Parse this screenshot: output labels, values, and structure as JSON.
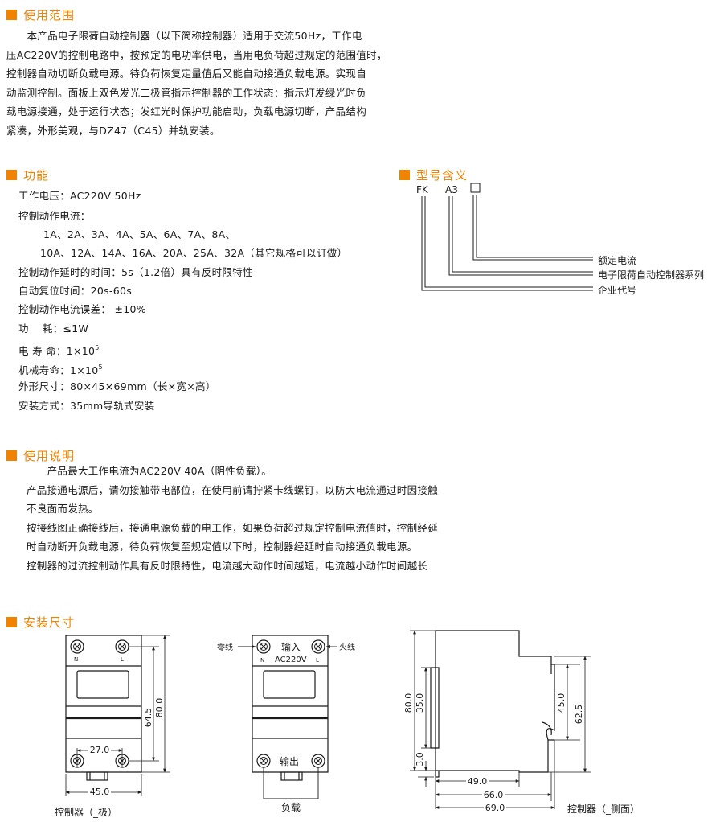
{
  "scope": {
    "heading": "使用范围",
    "lines": [
      "　　本产品电子限荷自动控制器（以下简称控制器）适用于交流50Hz，工作电",
      "压AC220V的控制电路中，按预定的电功率供电，当用电负荷超过规定的范围值时，",
      "控制器自动切断负载电源。待负荷恢复定量值后又能自动接通负载电源。实现自",
      "动监测控制。面板上双色发光二极管指示控制器的工作状态：指示灯发绿光时负",
      "载电源接通，处于运行状态；发红光时保护功能启动，负载电源切断，产品结构",
      "紧凑，外形美观，与DZ47（C45）并轨安装。"
    ]
  },
  "function": {
    "heading": "功能",
    "voltage": "工作电压：AC220V  50Hz",
    "current_label": "控制动作电流：",
    "current_row1": "1A、2A、3A、4A、5A、6A、7A、8A、",
    "current_row2": "10A、12A、14A、16A、20A、25A、32A（其它规格可以订做）",
    "delay": "控制动作延时的时间：5s（1.2倍）具有反时限特性",
    "reset": "自动复位时间：20s-60s",
    "error": "控制动作电流误差：  ±10%",
    "power": "功　  耗：≤1W",
    "elec_life_label": "电 寿 命：1×10",
    "elec_life_exp": "5",
    "mech_life_label": "机械寿命：1×10",
    "mech_life_exp": "5",
    "size": "外形尺寸：80×45×69mm（长×宽×高）",
    "mount": "安装方式：35mm导轨式安装"
  },
  "model": {
    "heading": "型号含义",
    "code1": "FK",
    "code2": "A3",
    "desc_rated": "额定电流",
    "desc_series": "电子限荷自动控制器系列",
    "desc_company": "企业代号"
  },
  "usage": {
    "heading": "使用说明",
    "lines": [
      "　　产品最大工作电流为AC220V 40A（阴性负载）。",
      "产品接通电源后，请勿接触带电部位，在使用前请拧紧卡线螺钉，以防大电流通过时因接触",
      "不良面而发热。",
      "按接线图正确接线后，接通电源负载的电工作，如果负荷超过规定控制电流值时，控制经延",
      "时自动断开负载电源，待负荷恢复至规定值以下时，控制器经延时自动接通负载电源。",
      "控制器的过流控制动作具有反时限特性，电流越大动作时间越短，电流越小动作时间越长"
    ]
  },
  "install": {
    "heading": "安装尺寸",
    "front": {
      "term_n": "N",
      "term_l": "L",
      "dim_645": "64.5",
      "dim_800": "80.0",
      "dim_270": "27.0",
      "dim_450": "45.0",
      "caption": "控制器（_极）"
    },
    "wiring": {
      "neutral": "零线",
      "input": "输入",
      "live": "火线",
      "term_n": "N",
      "term_l": "L",
      "ac": "AC220V",
      "output": "输出",
      "load": "负载"
    },
    "side": {
      "dim_800": "80.0",
      "dim_350": "35.0",
      "dim_30": "3.0",
      "dim_450": "45.0",
      "dim_625": "62.5",
      "dim_490": "49.0",
      "dim_660": "66.0",
      "dim_690": "69.0",
      "caption": "控制器（_侧面）"
    }
  }
}
